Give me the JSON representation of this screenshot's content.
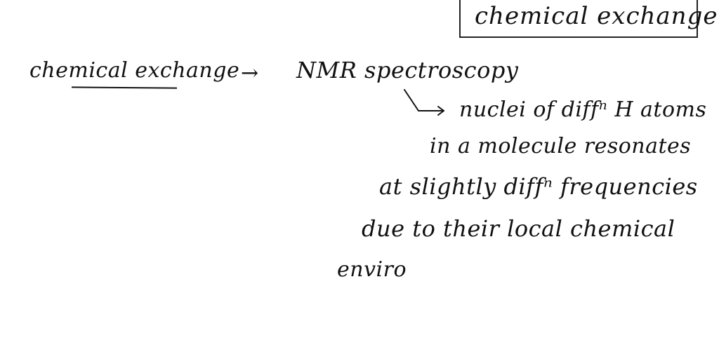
{
  "note": {
    "title": "chemical exchange",
    "line1_left": "chemical exchange",
    "line1_arrow": "→",
    "line1_right": "NMR spectroscopy",
    "line2": "nuclei of diffⁿ H atoms",
    "line3": "in a molecule resonates",
    "line4": "at slightly   diffⁿ frequencies",
    "line5": "due to their local chemical",
    "line6": "enviro"
  },
  "colors": {
    "ink": "#111111",
    "background": "#ffffff",
    "box_border": "#222222"
  }
}
